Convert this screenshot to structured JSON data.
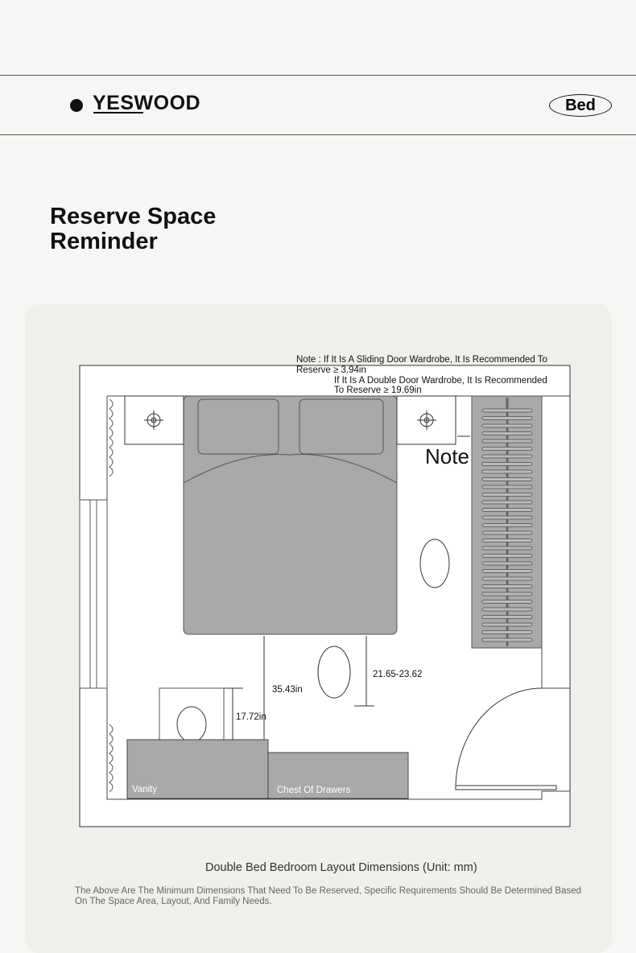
{
  "header": {
    "brand": "YESWOOD",
    "tag": "Bed"
  },
  "title": "Reserve Space Reminder",
  "plan": {
    "note_sliding_1": "Note : If It Is A Sliding Door Wardrobe, It Is Recommended To",
    "note_sliding_2": "Reserve ≥ 3.94in",
    "note_double_1": "If It Is A Double Door Wardrobe, It Is Recommended",
    "note_double_2": "To Reserve ≥ 19.69in",
    "note_big": "Note",
    "dim_bed_vanity": "35.43in",
    "dim_bed_side": "21.65-23.62",
    "dim_chair": "17.72in",
    "vanity": "Vanity",
    "chest": "Chest Of Drawers"
  },
  "caption": "Double Bed Bedroom Layout Dimensions (Unit: mm)",
  "footnote": "The Above Are The Minimum Dimensions That Need To Be Reserved, Specific Requirements Should Be Determined Based On The Space Area, Layout, And Family Needs."
}
